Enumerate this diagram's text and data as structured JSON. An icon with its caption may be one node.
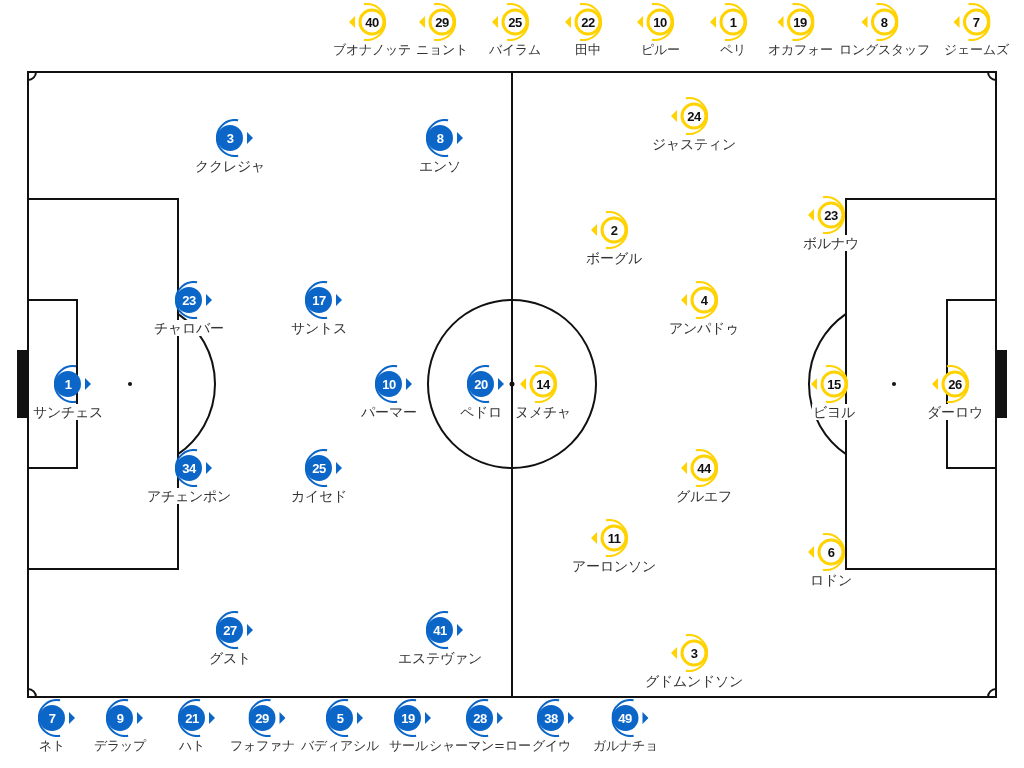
{
  "diagram": {
    "nodes": [
      {
        "text": [
          "40",
          "ブオナノッテ"
        ]
      },
      {
        "text": [
          "29",
          "ニョント"
        ]
      },
      {
        "text": [
          "25",
          "バイラム"
        ]
      },
      {
        "text": [
          "22",
          "田中"
        ]
      },
      {
        "text": [
          "10",
          "ピルー"
        ]
      },
      {
        "text": [
          "1",
          "ペリ"
        ]
      },
      {
        "text": [
          "19",
          "オカフォー"
        ]
      },
      {
        "text": [
          "8",
          "ロングスタッフ"
        ]
      },
      {
        "text": [
          "7",
          "ジェームズ"
        ]
      },
      {
        "text": [
          "24",
          "ジャスティン"
        ]
      },
      {
        "text": [
          "3",
          "ククレジャ"
        ]
      },
      {
        "text": [
          "8",
          "エンソ"
        ]
      },
      {
        "text": [
          "23",
          "ボルナウ"
        ]
      },
      {
        "text": [
          "2",
          "ボーグル"
        ]
      },
      {
        "text": [
          "23",
          "チャロバー"
        ]
      },
      {
        "text": [
          "17",
          "サントス"
        ]
      },
      {
        "text": [
          "4",
          "アンパドゥ"
        ]
      },
      {
        "text": [
          "1",
          "サンチェス"
        ]
      },
      {
        "text": [
          "10",
          "パーマー"
        ]
      },
      {
        "text": [
          "20",
          "ペドロ"
        ]
      },
      {
        "text": [
          "14",
          "ヌメチャ"
        ]
      },
      {
        "text": [
          "15",
          "ビヨル"
        ]
      },
      {
        "text": [
          "26",
          "ダーロウ"
        ]
      },
      {
        "text": [
          "34",
          "アチェンポン"
        ]
      },
      {
        "text": [
          "25",
          "カイセド"
        ]
      },
      {
        "text": [
          "44",
          "グルエフ"
        ]
      },
      {
        "text": [
          "11",
          "アーロンソン"
        ]
      },
      {
        "text": [
          "6",
          "ロドン"
        ]
      },
      {
        "text": [
          "27",
          "グスト"
        ]
      },
      {
        "text": [
          "41",
          "エステヴァン"
        ]
      },
      {
        "text": [
          "3",
          "グドムンドソン"
        ]
      },
      {
        "text": [
          "7",
          "ネト"
        ]
      },
      {
        "text": [
          "9",
          "デラップ"
        ]
      },
      {
        "text": [
          "21",
          "ハト"
        ]
      },
      {
        "text": [
          "29",
          "フォファナ"
        ]
      },
      {
        "text": [
          "5",
          "バディアシル"
        ]
      },
      {
        "text": [
          "19",
          "サール"
        ]
      },
      {
        "text": [
          "28",
          "シャーマン=ロー"
        ]
      },
      {
        "text": [
          "38",
          "グイウ"
        ]
      },
      {
        "text": [
          "49",
          "ガルナチョ"
        ]
      }
    ]
  }
}
